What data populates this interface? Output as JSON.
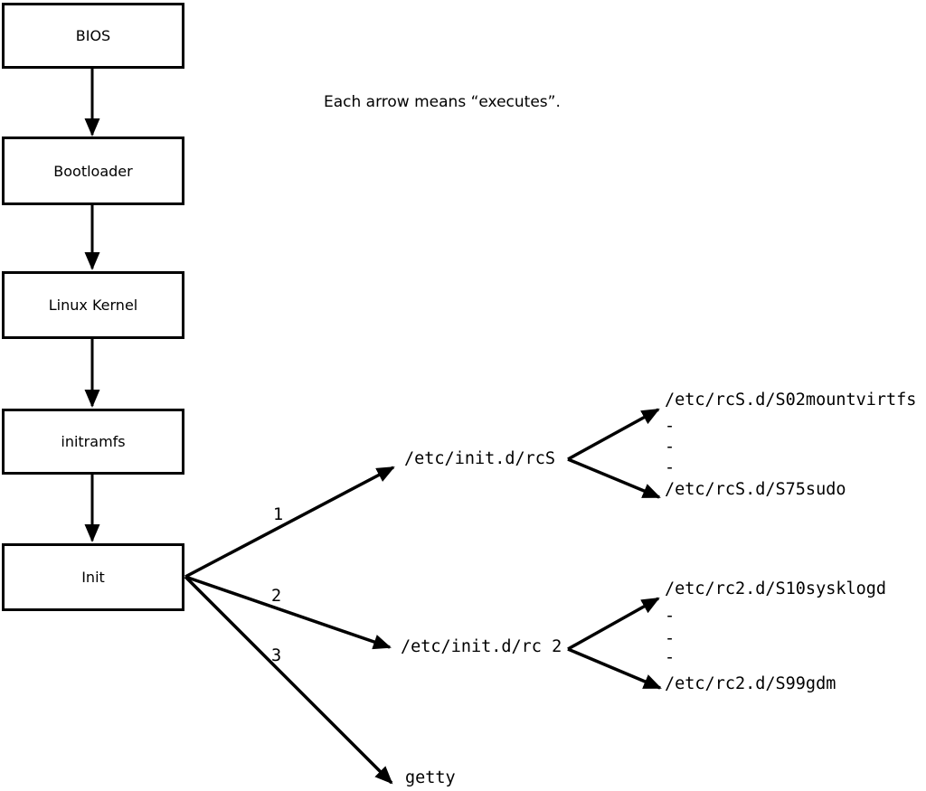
{
  "diagram": {
    "note": "Each arrow means “executes”.",
    "chain": [
      {
        "label": "BIOS"
      },
      {
        "label": "Bootloader"
      },
      {
        "label": "Linux Kernel"
      },
      {
        "label": "initramfs"
      },
      {
        "label": "Init"
      }
    ],
    "init_branches": [
      {
        "number": "1",
        "target": "/etc/init.d/rcS",
        "children": [
          "/etc/rcS.d/S02mountvirtfs",
          "-",
          "-",
          "-",
          "/etc/rcS.d/S75sudo"
        ]
      },
      {
        "number": "2",
        "target": "/etc/init.d/rc 2",
        "children": [
          "/etc/rc2.d/S10sysklogd",
          "-",
          "-",
          "-",
          "/etc/rc2.d/S99gdm"
        ]
      },
      {
        "number": "3",
        "target": "getty",
        "children": []
      }
    ],
    "colors": {
      "line": "#000000",
      "background": "#ffffff",
      "box_fill": "#ffffff"
    }
  }
}
